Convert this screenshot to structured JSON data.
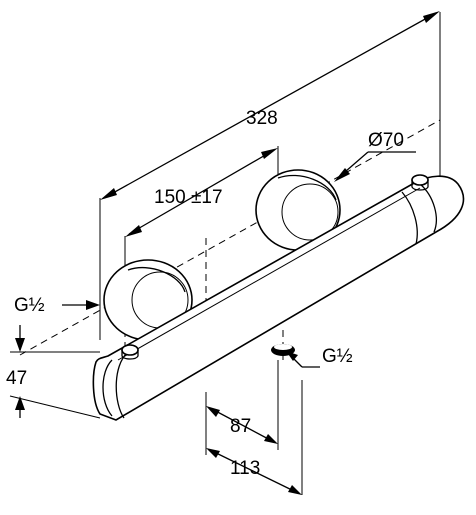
{
  "dimensions": {
    "overall_length": "328",
    "connection_spacing": "150 ±17",
    "knob_diameter": "Ø70",
    "left_thread": "G½",
    "bottom_thread": "G½",
    "height": "47",
    "depth_small": "87",
    "depth_large": "113"
  }
}
